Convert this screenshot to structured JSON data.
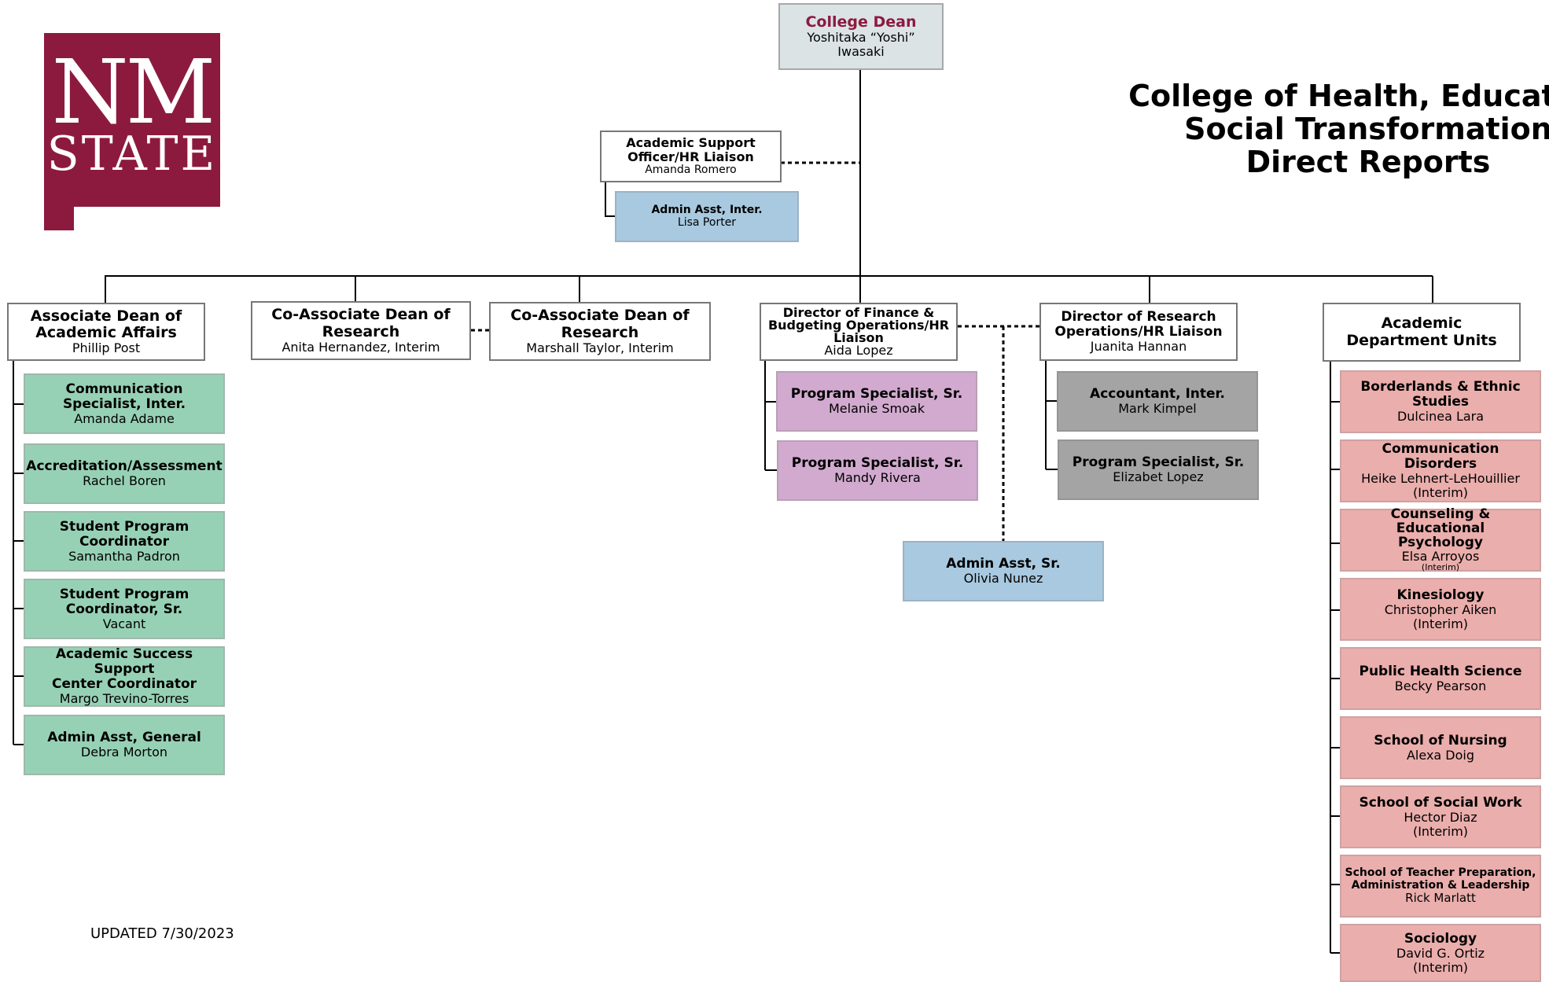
{
  "logo": {
    "line1": "NM",
    "line2": "STATE",
    "color": "#8c1a3f"
  },
  "title": {
    "line1": "College of Health, Education",
    "line2": "Social Transformation",
    "line3": "Direct Reports"
  },
  "updated": "UPDATED 7/30/2023",
  "colors": {
    "dean_title": "#8c1a3f",
    "green": "#97d1b5",
    "blue": "#a8c9df",
    "purple": "#d2aacf",
    "gray": "#a4a4a4",
    "pink": "#eaaeac"
  },
  "dean": {
    "title": "College Dean",
    "name_line1": "Yoshitaka “Yoshi”",
    "name_line2": "Iwasaki"
  },
  "support_officer": {
    "title_line1": "Academic Support",
    "title_line2": "Officer/HR Liaison",
    "name": "Amanda Romero"
  },
  "support_admin": {
    "title": "Admin Asst, Inter.",
    "name": "Lisa Porter"
  },
  "assoc_dean": {
    "title_line1": "Associate Dean of",
    "title_line2": "Academic Affairs",
    "name": "Phillip Post"
  },
  "co_dean_1": {
    "title_line1": "Co-Associate Dean of",
    "title_line2": "Research",
    "name": "Anita Hernandez, Interim"
  },
  "co_dean_2": {
    "title_line1": "Co-Associate Dean of",
    "title_line2": "Research",
    "name": "Marshall Taylor, Interim"
  },
  "finance_director": {
    "title_line1": "Director of Finance &",
    "title_line2": "Budgeting Operations/HR",
    "title_line3": "Liaison",
    "name": "Aida Lopez"
  },
  "research_director": {
    "title_line1": "Director of Research",
    "title_line2": "Operations/HR Liaison",
    "name": "Juanita Hannan"
  },
  "dept_units": {
    "title_line1": "Academic",
    "title_line2": "Department Units"
  },
  "academic_staff": [
    {
      "title_line1": "Communication",
      "title_line2": "Specialist, Inter.",
      "name": "Amanda Adame"
    },
    {
      "title_line1": "Accreditation/Assessment",
      "title_line2": "",
      "name": "Rachel Boren"
    },
    {
      "title_line1": "Student Program",
      "title_line2": "Coordinator",
      "name": "Samantha Padron"
    },
    {
      "title_line1": "Student Program",
      "title_line2": "Coordinator, Sr.",
      "name": "Vacant"
    },
    {
      "title_line1": "Academic Success Support",
      "title_line2": "Center Coordinator",
      "name": "Margo Trevino-Torres"
    },
    {
      "title_line1": "Admin Asst, General",
      "title_line2": "",
      "name": "Debra Morton"
    }
  ],
  "finance_staff": [
    {
      "title": "Program Specialist, Sr.",
      "name": "Melanie Smoak"
    },
    {
      "title": "Program Specialist, Sr.",
      "name": "Mandy Rivera"
    }
  ],
  "finance_admin": {
    "title": "Admin Asst, Sr.",
    "name": "Olivia Nunez"
  },
  "research_staff": [
    {
      "title": "Accountant, Inter.",
      "name": "Mark Kimpel"
    },
    {
      "title": "Program Specialist, Sr.",
      "name": "Elizabet Lopez"
    }
  ],
  "departments": [
    {
      "title_line1": "Borderlands & Ethnic",
      "title_line2": "Studies",
      "name": "Dulcinea Lara",
      "note": ""
    },
    {
      "title_line1": "Communication Disorders",
      "title_line2": "",
      "name": "Heike Lehnert-LeHouillier",
      "note": "(Interim)"
    },
    {
      "title_line1": "Counseling & Educational",
      "title_line2": "Psychology",
      "name": "Elsa Arroyos",
      "note": "(Interim)"
    },
    {
      "title_line1": "Kinesiology",
      "title_line2": "",
      "name": "Christopher Aiken",
      "note": "(Interim)"
    },
    {
      "title_line1": "Public Health Science",
      "title_line2": "",
      "name": "Becky Pearson",
      "note": ""
    },
    {
      "title_line1": "School of Nursing",
      "title_line2": "",
      "name": "Alexa Doig",
      "note": ""
    },
    {
      "title_line1": "School of Social Work",
      "title_line2": "",
      "name": "Hector Diaz",
      "note": "(Interim)"
    },
    {
      "title_line1": "School of Teacher Preparation,",
      "title_line2": "Administration & Leadership",
      "name": "Rick Marlatt",
      "note": ""
    },
    {
      "title_line1": "Sociology",
      "title_line2": "",
      "name": "David G. Ortiz",
      "note": "(Interim)"
    }
  ]
}
